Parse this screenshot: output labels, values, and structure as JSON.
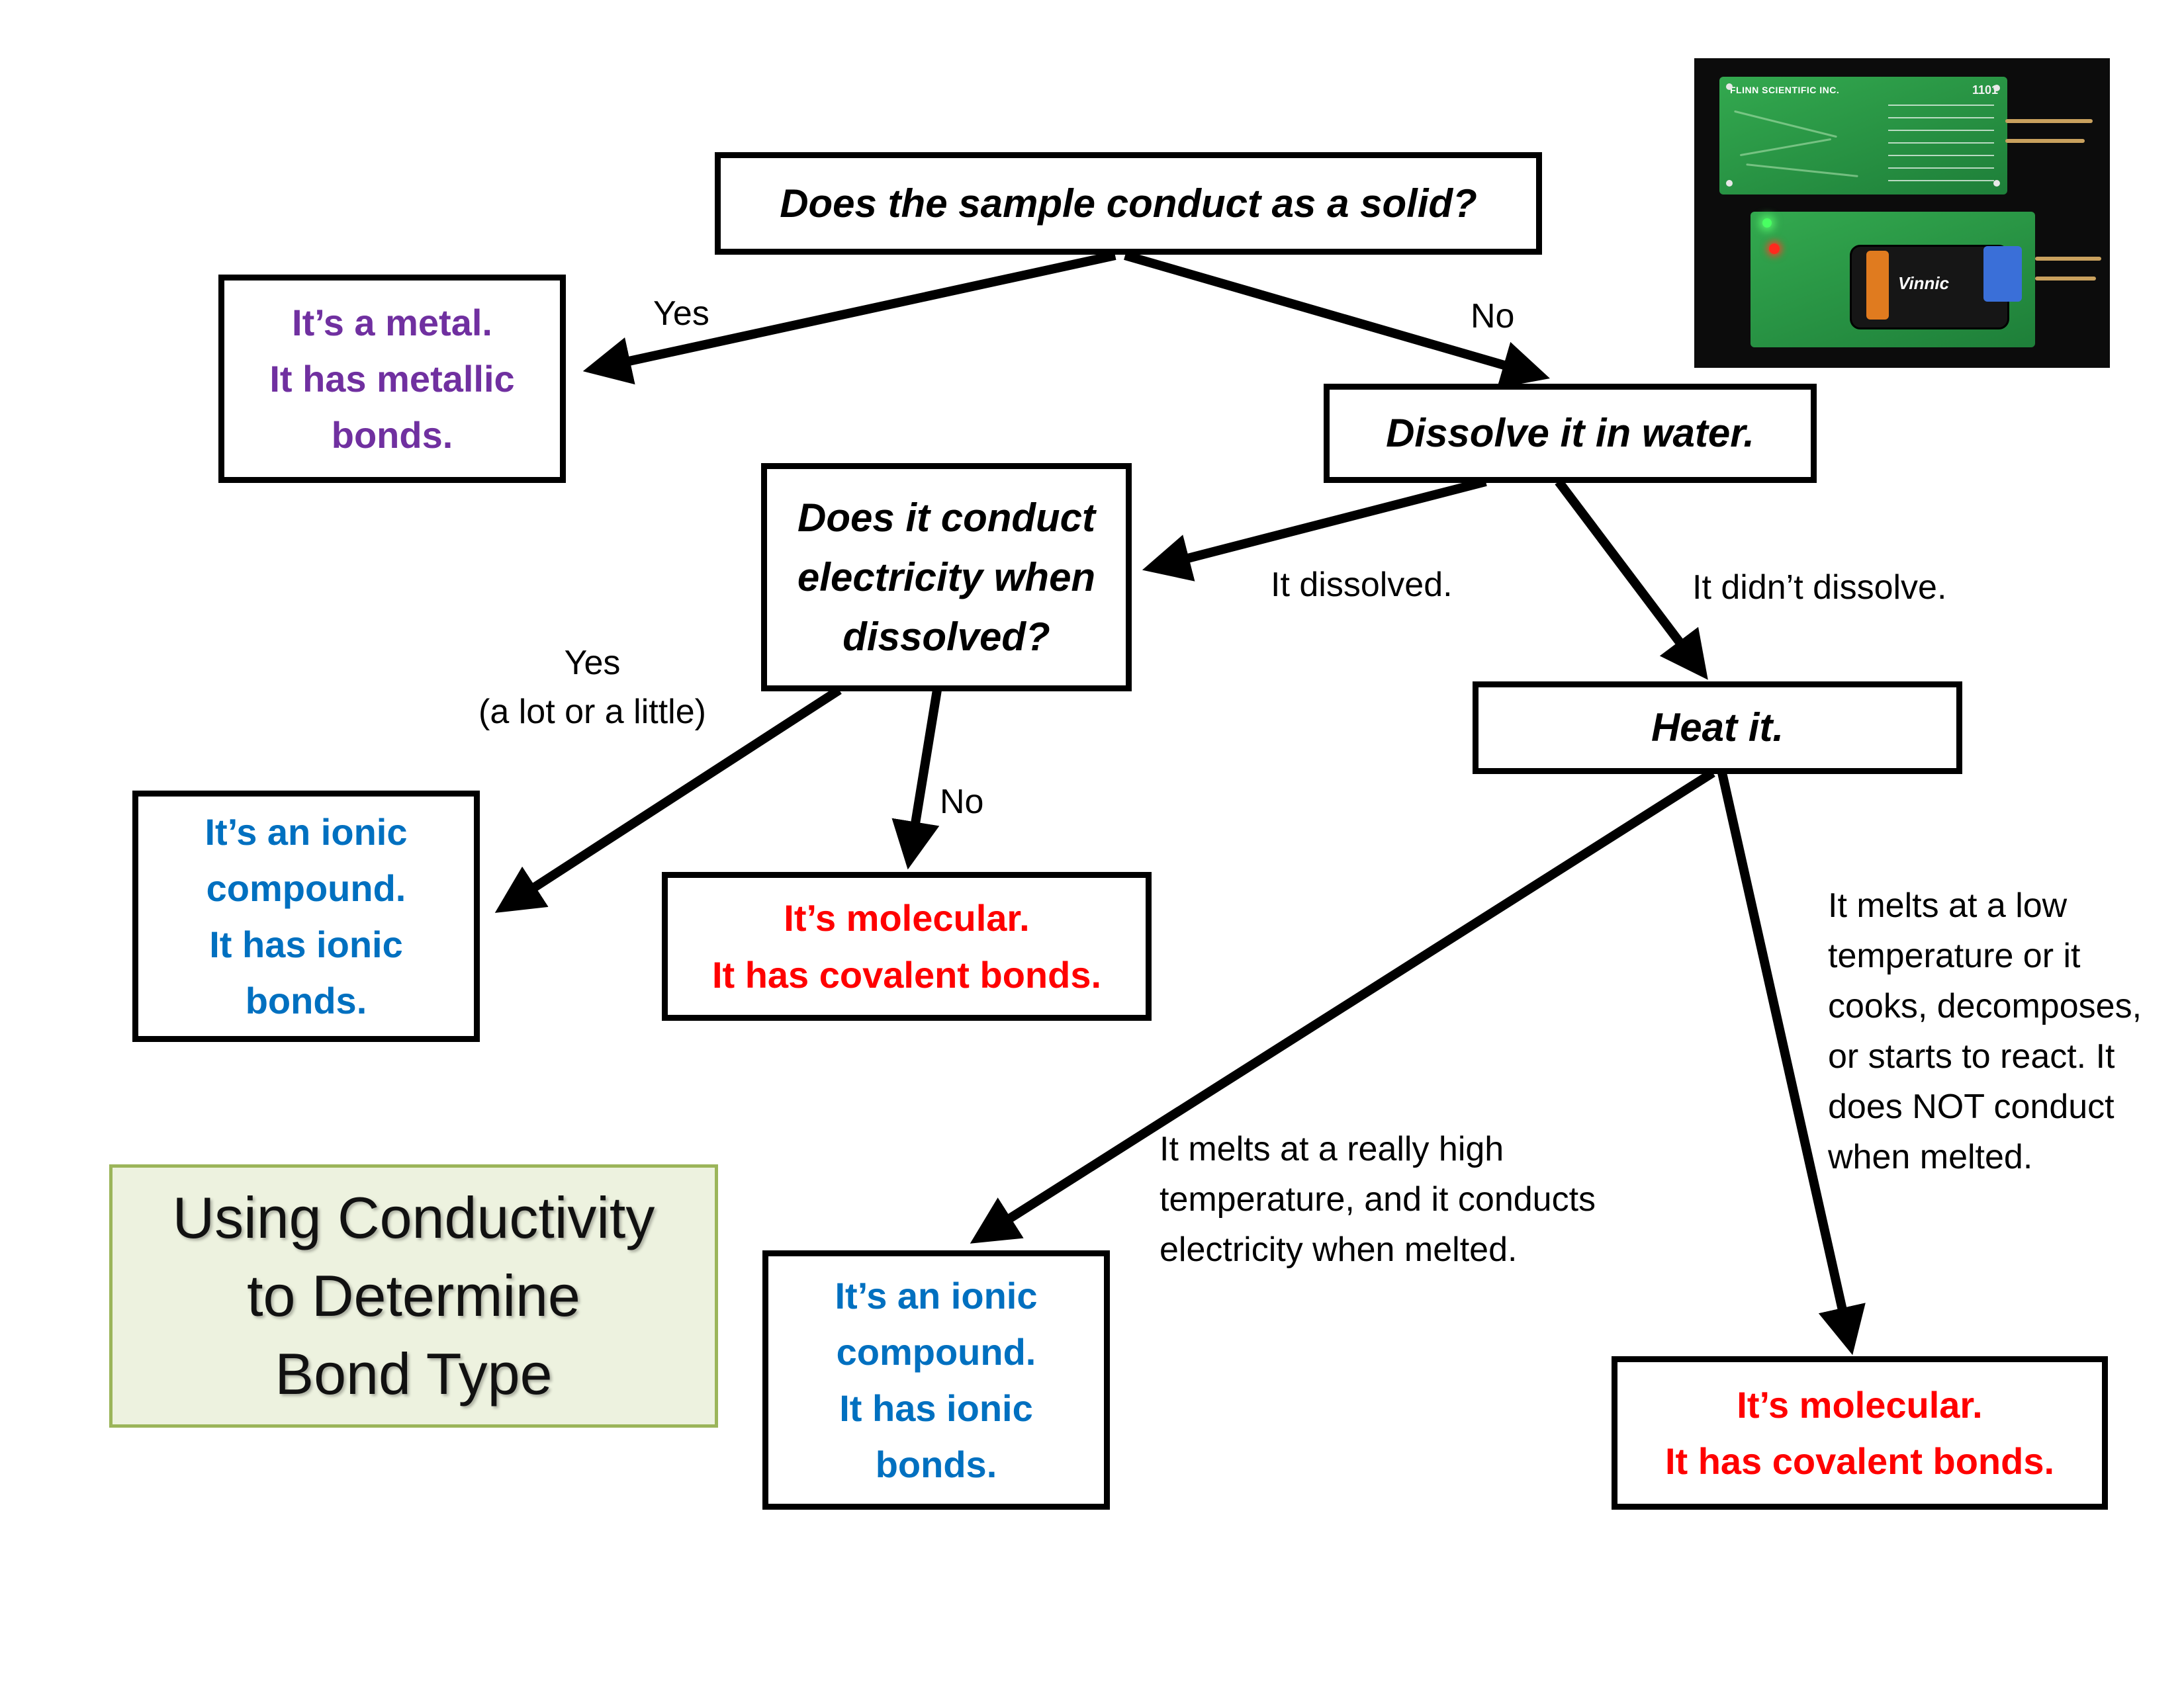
{
  "diagram": {
    "nodes": {
      "q_solid": "Does the sample conduct as a solid?",
      "metal": "It’s a metal.\nIt has metallic\nbonds.",
      "dissolve": "Dissolve it in water.",
      "q_conduct_dissolved": "Does it conduct\nelectricity when\ndissolved?",
      "heat": "Heat it.",
      "ionic_left": "It’s an ionic\ncompound.\nIt has ionic\nbonds.",
      "molecular_mid": "It’s molecular.\nIt has covalent bonds.",
      "ionic_bottom": "It’s an ionic\ncompound.\nIt has ionic\nbonds.",
      "molecular_right": "It’s molecular.\nIt has covalent bonds."
    },
    "edge_labels": {
      "yes_solid": "Yes",
      "no_solid": "No",
      "dissolved": "It dissolved.",
      "not_dissolved": "It didn’t dissolve.",
      "yes_conducts": "Yes\n(a lot or a little)",
      "no_conducts": "No",
      "melts_high": "It melts at a really high\ntemperature, and it conducts\nelectricity when melted.",
      "melts_low": "It melts at a low\ntemperature or it\ncooks, decomposes,\nor starts to react.  It\ndoes NOT conduct\nwhen melted."
    },
    "title": "Using Conductivity\nto Determine\nBond Type",
    "colors": {
      "metal_text": "#7030A0",
      "ionic_text": "#0070C0",
      "molecular_text": "#FF0000",
      "title_bg": "#EDF2DF",
      "title_border": "#9BB55A"
    },
    "photo": {
      "board_brand": "FLINN SCIENTIFIC INC.",
      "board_number": "1101",
      "battery_brand": "Vinnic"
    }
  }
}
